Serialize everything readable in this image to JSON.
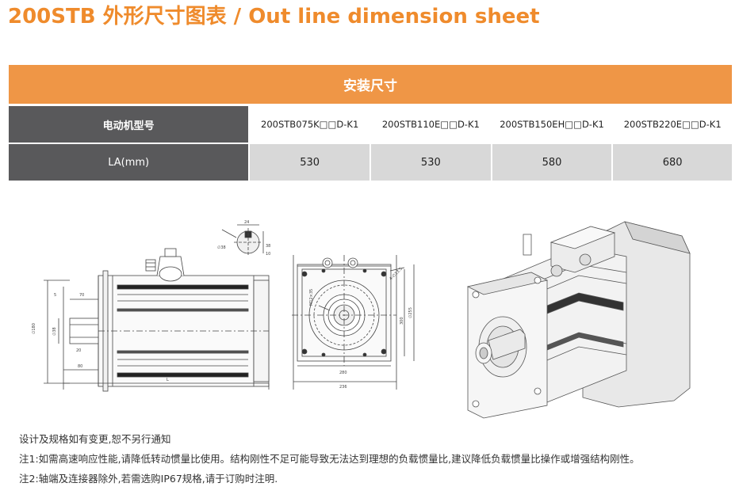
{
  "page": {
    "title": "200STB 外形尺寸图表 / Out line dimension sheet"
  },
  "table": {
    "banner": "安装尺寸",
    "row_model": {
      "header": "电动机型号",
      "cells": [
        "200STB075K□□D-K1",
        "200STB110E□□D-K1",
        "200STB150EH□□D-K1",
        "200STB220E□□D-K1"
      ]
    },
    "row_la": {
      "header": "LA(mm)",
      "cells": [
        "530",
        "530",
        "580",
        "680"
      ]
    }
  },
  "drawing": {
    "side_view": {
      "dims": [
        "L",
        "80",
        "5",
        "70",
        "20",
        "∅180",
        "∅38"
      ]
    },
    "shaft_section": {
      "dims": [
        "24",
        "38",
        "10",
        "∅38"
      ]
    },
    "front_view": {
      "dims": [
        "280",
        "236",
        "300",
        "∅255",
        "4-∅13.5",
        "M12×35"
      ]
    }
  },
  "notes": [
    "设计及规格如有变更,恕不另行通知",
    "注1:如需高速响应性能,请降低转动惯量比使用。结构刚性不足可能导致无法达到理想的负载惯量比,建议降低负载惯量比操作或增强结构刚性。",
    "注2:轴端及连接器除外,若需选购IP67规格,请于订购时注明."
  ],
  "colors": {
    "accent": "#ef8b2c",
    "banner": "#ef9646",
    "header_cell": "#59595b",
    "value_cell": "#d8d8d8"
  }
}
